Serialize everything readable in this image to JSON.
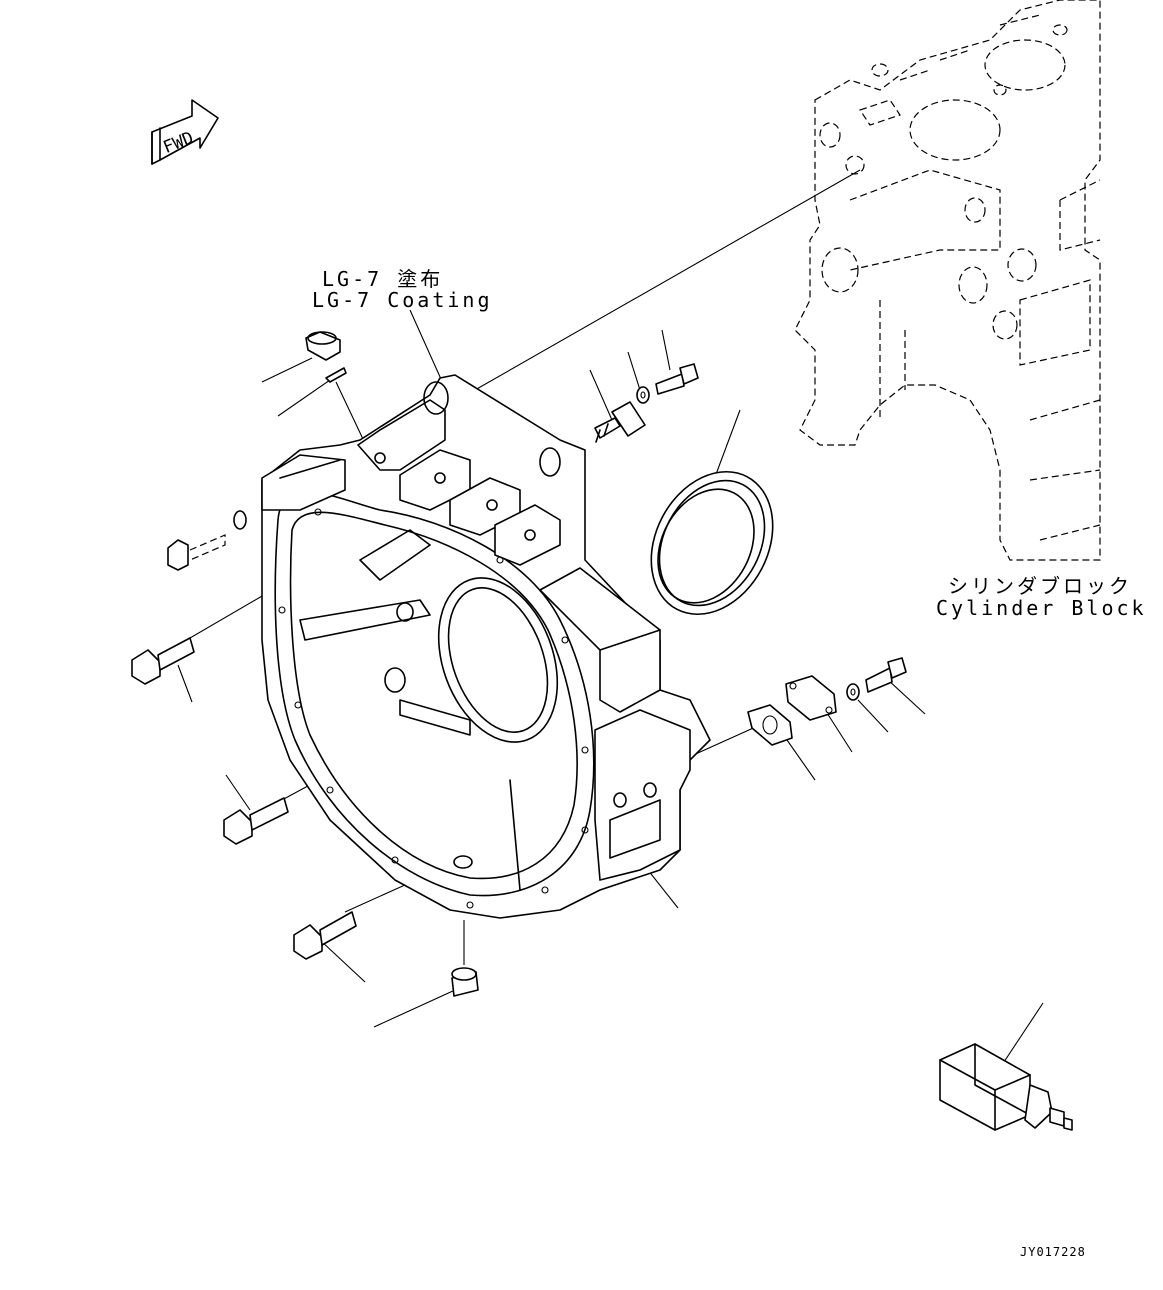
{
  "fwd_arrow": {
    "text": "FWD"
  },
  "labels": {
    "coating_jp": "LG-7 塗布",
    "coating_en": "LG-7 Coating",
    "cylinder_block_jp": "シリンダブロック",
    "cylinder_block_en": "Cylinder Block",
    "drawing_code": "JY017228"
  },
  "icons": [
    "fwd-arrow-icon",
    "flywheel-housing-icon",
    "cylinder-block-icon",
    "oil-seal-icon",
    "sensor-icon",
    "bolt-icon",
    "washer-icon",
    "plug-icon",
    "cover-plate-icon",
    "gasket-icon",
    "dowel-pin-icon",
    "cap-icon",
    "tool-icon"
  ]
}
